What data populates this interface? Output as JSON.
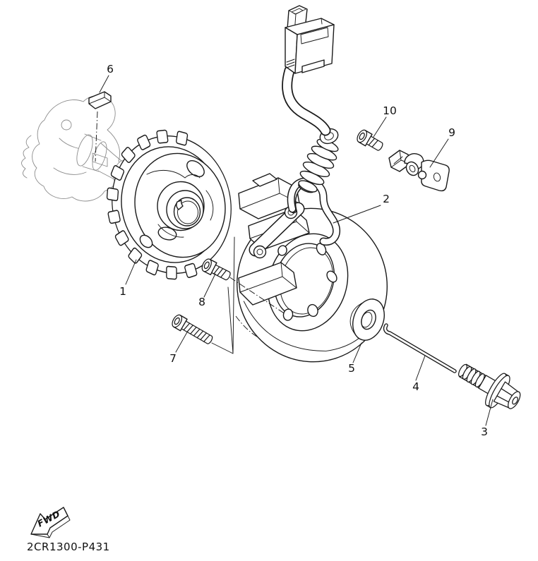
{
  "diagram": {
    "part_code": "2CR1300-P431",
    "direction_label": "FWD",
    "callouts": [
      {
        "number": "1"
      },
      {
        "number": "2"
      },
      {
        "number": "3"
      },
      {
        "number": "4"
      },
      {
        "number": "5"
      },
      {
        "number": "6"
      },
      {
        "number": "7"
      },
      {
        "number": "8"
      },
      {
        "number": "9"
      },
      {
        "number": "10"
      }
    ]
  }
}
